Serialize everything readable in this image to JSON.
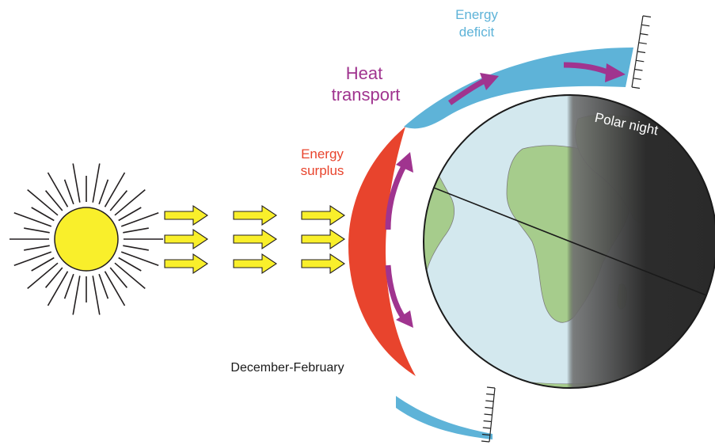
{
  "labels": {
    "energy_deficit_line1": "Energy",
    "energy_deficit_line2": "deficit",
    "heat_transport_line1": "Heat",
    "heat_transport_line2": "transport",
    "energy_surplus_line1": "Energy",
    "energy_surplus_line2": "surplus",
    "polar_night": "Polar night",
    "season": "December-February"
  },
  "colors": {
    "sun": "#f9ef2b",
    "sun_rays": "#231f20",
    "sunlight_arrows": "#f9ef2b",
    "energy_surplus": "#e8442d",
    "energy_deficit": "#5eb3d8",
    "heat_transport": "#a0348f",
    "ocean": "#d3e8ee",
    "land": "#a6cc8c",
    "night": "#333333"
  },
  "icons": {
    "sun": "sun-icon",
    "arrow": "right-arrow-icon"
  }
}
